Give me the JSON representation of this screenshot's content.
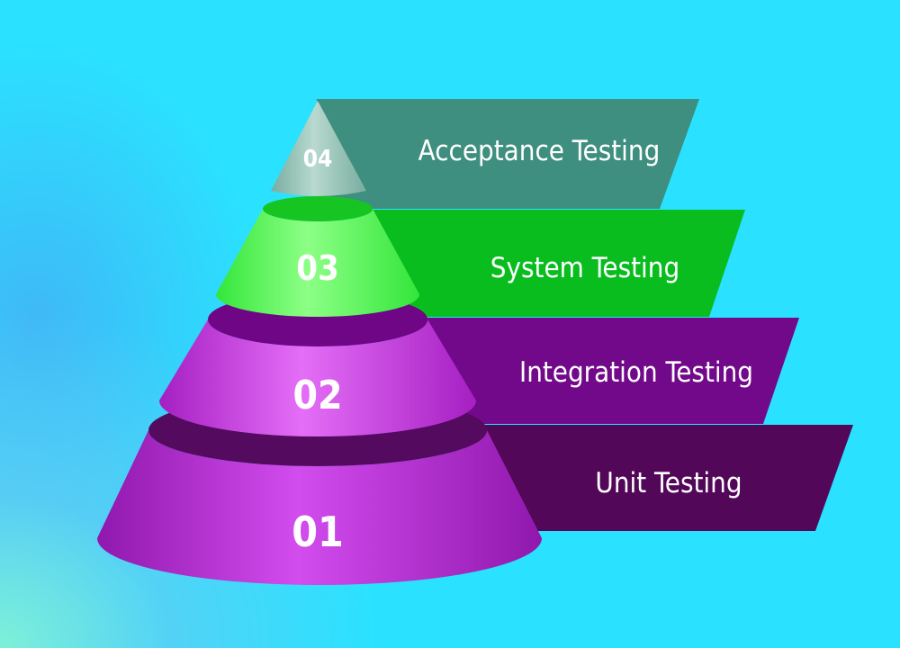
{
  "diagram": {
    "type": "pyramid",
    "tiers": [
      {
        "number": "04",
        "label": "Acceptance Testing",
        "band_color": "#3e8f7f",
        "cone_light": "#b8d9cf",
        "cone_dark": "#78ad9f"
      },
      {
        "number": "03",
        "label": "System Testing",
        "band_color": "#09bd1f",
        "cone_light": "#8dff86",
        "cone_dark": "#33e63a",
        "top_color": "#16c522"
      },
      {
        "number": "02",
        "label": "Integration Testing",
        "band_color": "#72098a",
        "cone_light": "#e46ef7",
        "cone_dark": "#a51fc2",
        "top_color": "#6e0685"
      },
      {
        "number": "01",
        "label": "Unit Testing",
        "band_color": "#530759",
        "cone_light": "#d24cee",
        "cone_dark": "#9018ad",
        "top_color": "#540a5f"
      }
    ]
  }
}
